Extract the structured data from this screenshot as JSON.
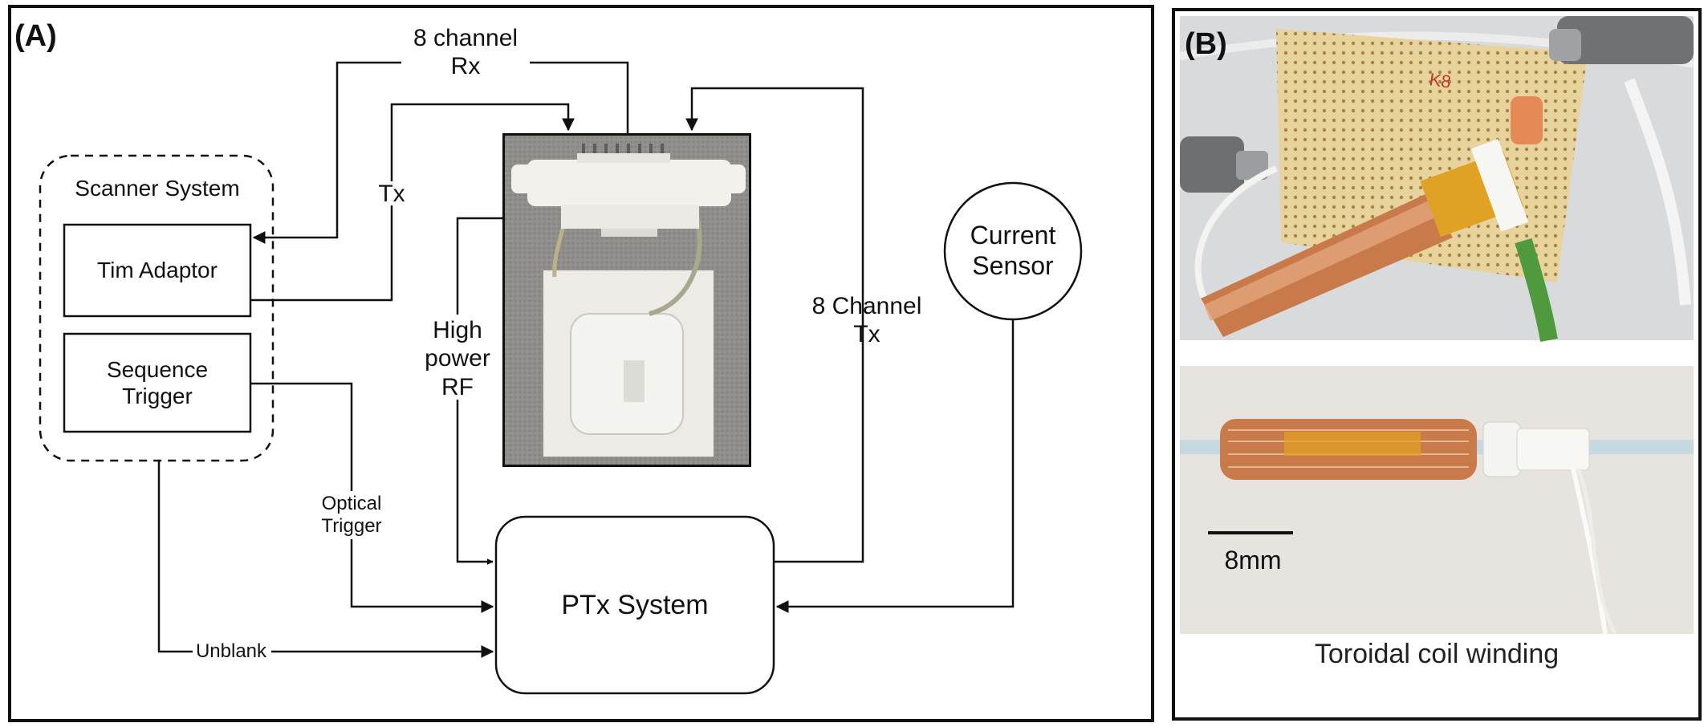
{
  "panel_a": {
    "label": "(A)",
    "scanner_system": {
      "title": "Scanner System",
      "tim_adaptor": "Tim Adaptor",
      "sequence_trigger": "Sequence\nTrigger"
    },
    "labels": {
      "rx": "8 channel\nRx",
      "tx": "Tx",
      "high_power_rf": "High\npower\nRF",
      "channel_tx": "8 Channel\nTx",
      "optical_trigger": "Optical\nTrigger",
      "unblank": "Unblank"
    },
    "current_sensor": "Current\nSensor",
    "ptx_system": "PTx System"
  },
  "panel_b": {
    "label": "(B)",
    "pcb_marking": "K8",
    "scale_bar": "8mm",
    "caption": "Toroidal coil winding"
  },
  "colors": {
    "copper": "#c97a4a",
    "kapton": "#e0a224",
    "pcb": "#e9d6a4",
    "line": "#111111"
  }
}
